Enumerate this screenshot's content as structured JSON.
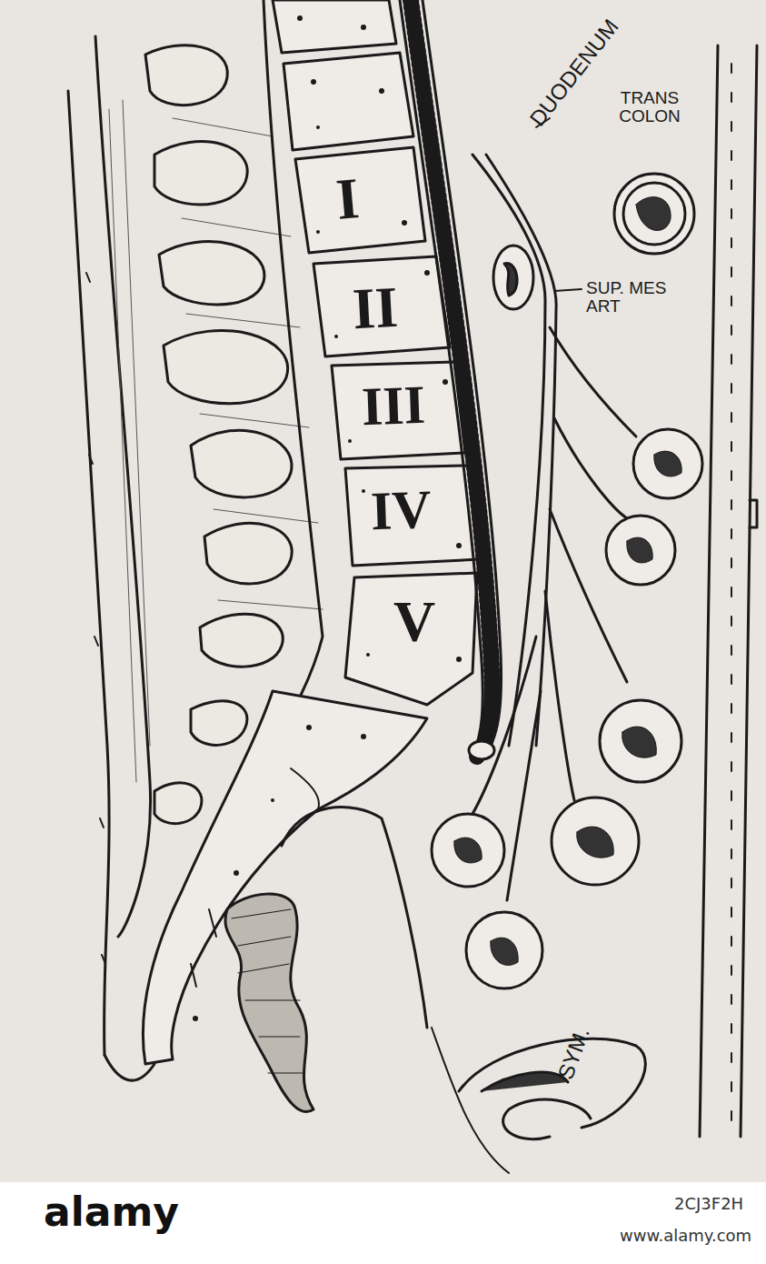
{
  "diagram": {
    "labels": [
      "I",
      "II",
      "III",
      "IV",
      "V",
      "DUODENUM",
      "TRANS COLON",
      "SUP. MES ART",
      "SYM.",
      "alamy",
      "2CJ3F2H",
      "www.alamy.com"
    ]
  }
}
